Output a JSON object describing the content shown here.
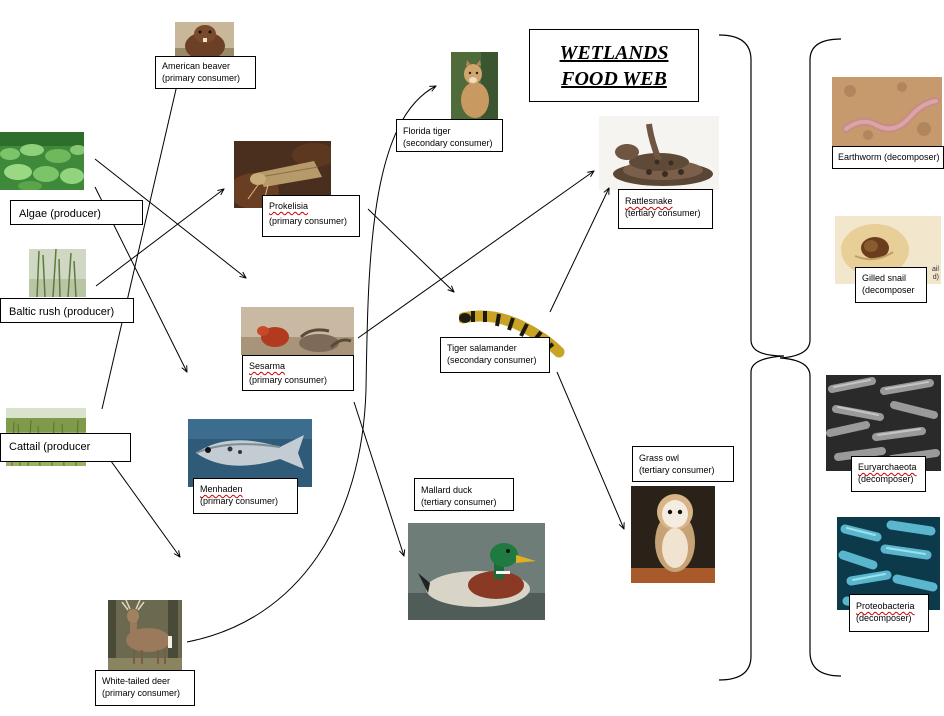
{
  "title": {
    "line1": "WETLANDS",
    "line2": "FOOD WEB"
  },
  "organisms": [
    {
      "id": "algae",
      "name": "Algae (producer)",
      "role": ""
    },
    {
      "id": "baltic-rush",
      "name": "Baltic rush (producer)",
      "role": ""
    },
    {
      "id": "cattail",
      "name": "Cattail (producer",
      "role": ""
    },
    {
      "id": "american-beaver",
      "name": "American beaver",
      "role": "(primary consumer)"
    },
    {
      "id": "prokelisia",
      "name": "Prokelisia",
      "role": "(primary consumer)"
    },
    {
      "id": "sesarma",
      "name": "Sesarma",
      "role": "(primary consumer)"
    },
    {
      "id": "menhaden",
      "name": "Menhaden",
      "role": "(primary consumer)"
    },
    {
      "id": "white-tailed-deer",
      "name": "White-tailed deer",
      "role": "(primary consumer)"
    },
    {
      "id": "florida-tiger",
      "name": "Florida tiger",
      "role": "(secondary consumer)"
    },
    {
      "id": "tiger-salamander",
      "name": "Tiger salamander",
      "role": "(secondary consumer)"
    },
    {
      "id": "rattlesnake",
      "name": "Rattlesnake",
      "role": "(tertiary consumer)"
    },
    {
      "id": "mallard-duck",
      "name": "Mallard duck",
      "role": "(tertiary consumer)"
    },
    {
      "id": "grass-owl",
      "name": "Grass owl",
      "role": "(tertiary consumer)"
    },
    {
      "id": "earthworm",
      "name": "Earthworm (decomposer)",
      "role": ""
    },
    {
      "id": "gilled-snail",
      "name": "Gilled snail",
      "role": "(decomposer"
    },
    {
      "id": "euryarchaeota",
      "name": "Euryarchaeota",
      "role": "(decomposer)"
    },
    {
      "id": "proteobacteria",
      "name": "Proteobacteria",
      "role": "(decomposer)"
    }
  ],
  "links": [
    [
      "algae",
      "sesarma"
    ],
    [
      "algae",
      "menhaden"
    ],
    [
      "baltic-rush",
      "prokelisia"
    ],
    [
      "cattail",
      "american-beaver"
    ],
    [
      "cattail",
      "white-tailed-deer"
    ],
    [
      "prokelisia",
      "tiger-salamander"
    ],
    [
      "sesarma",
      "rattlesnake"
    ],
    [
      "sesarma",
      "mallard-duck"
    ],
    [
      "white-tailed-deer",
      "florida-tiger"
    ],
    [
      "tiger-salamander",
      "rattlesnake"
    ],
    [
      "tiger-salamander",
      "grass-owl"
    ]
  ]
}
